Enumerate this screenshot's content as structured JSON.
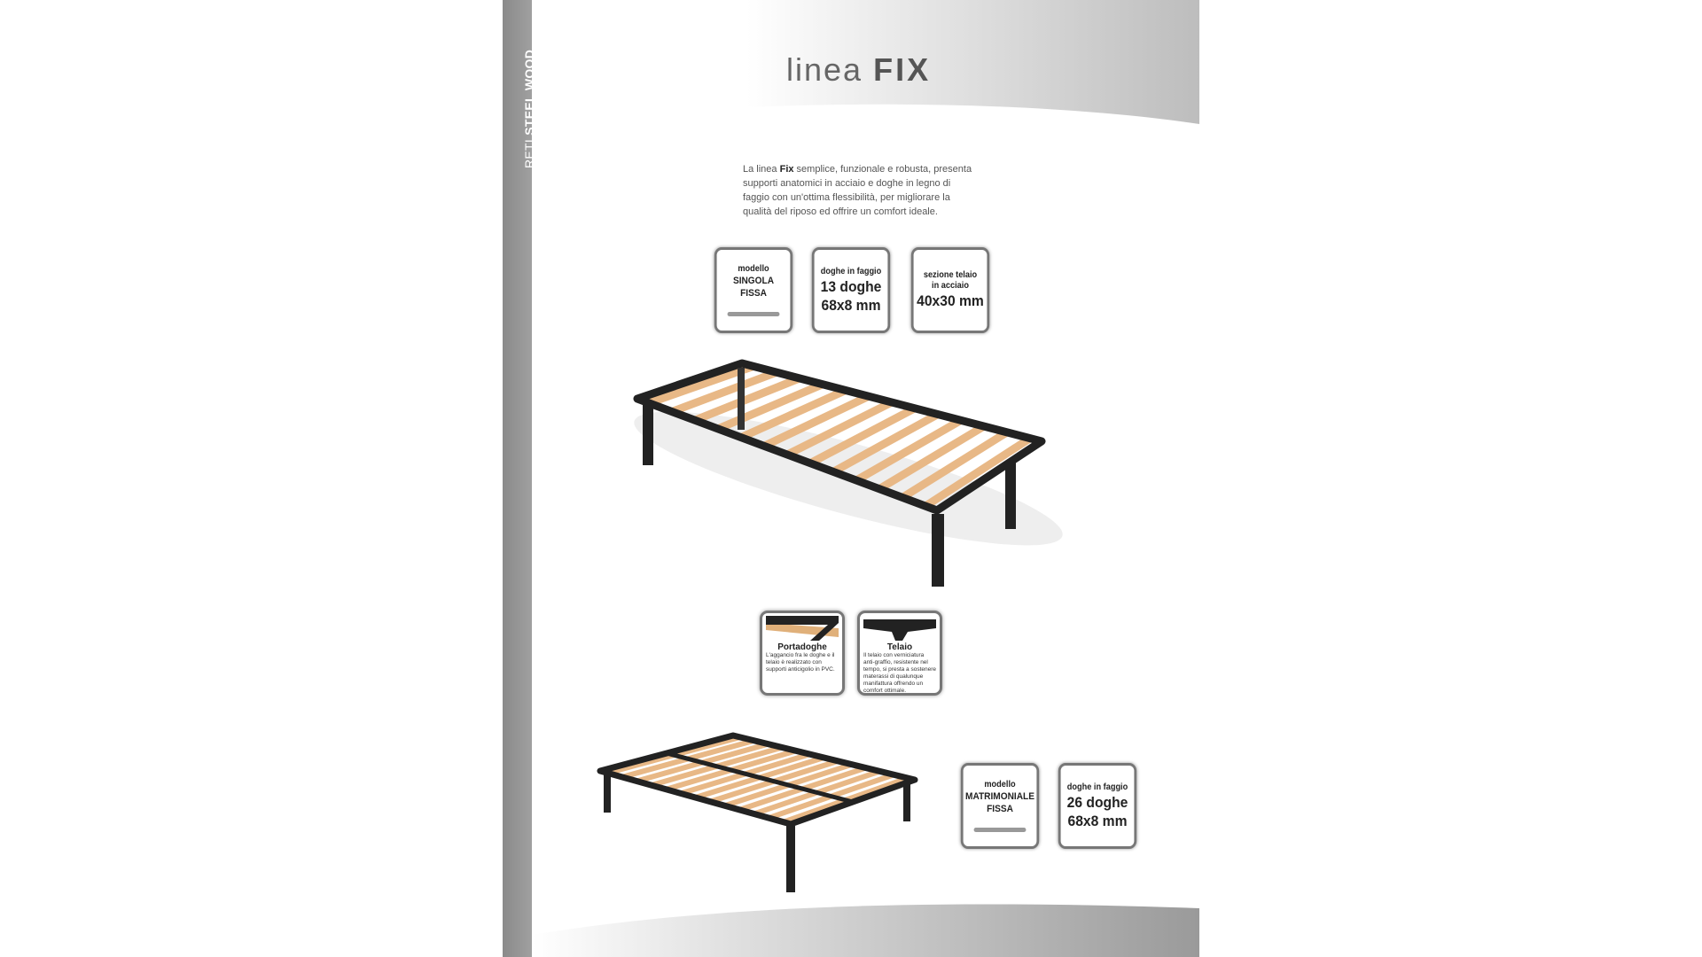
{
  "sidebar": {
    "prefix": "RETI",
    "brand": "STEEL WOOD"
  },
  "title": {
    "light": "linea",
    "bold": "FIX"
  },
  "description": {
    "before": "La linea ",
    "bold": "Fix",
    "after": " semplice, funzionale e robusta, presenta supporti anatomici in acciaio e doghe in legno di faggio con un'ottima flessibilità, per migliorare la qualità del riposo ed offrire un comfort ideale."
  },
  "single_specs": [
    {
      "small": "modello",
      "main": "SINGOLA FISSA"
    },
    {
      "small": "doghe in faggio",
      "large1": "13 doghe",
      "large2": "68x8 mm"
    },
    {
      "small": "sezione telaio in acciaio",
      "large1": "40x30 mm"
    }
  ],
  "details": [
    {
      "title": "Portadoghe",
      "text": "L'aggancio fra le doghe e il telaio è realizzato con supporti anticigolio in PVC."
    },
    {
      "title": "Telaio",
      "text": "Il telaio con verniciatura anti-graffio, resistente nel tempo, si presta a sostenere materassi di qualunque manifattura offrendo un comfort ottimale."
    }
  ],
  "double_specs": [
    {
      "small": "modello",
      "main": "MATRIMONIALE FISSA"
    },
    {
      "small": "doghe in faggio",
      "large1": "26 doghe",
      "large2": "68x8 mm"
    }
  ],
  "colors": {
    "sidebar": "#8a8a8a",
    "frame": "#222222",
    "slat": "#e8b886"
  }
}
